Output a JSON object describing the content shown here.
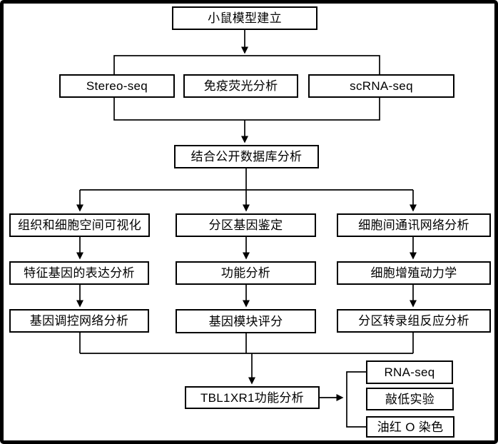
{
  "colors": {
    "line": "#000000",
    "background": "#ffffff",
    "text": "#000000"
  },
  "nodes": {
    "mouse_model": "小鼠模型建立",
    "stereo_seq": "Stereo-seq",
    "immunofluorescence": "免疫荧光分析",
    "scrna_seq": "scRNA-seq",
    "db_analysis": "结合公开数据库分析",
    "spatial_viz": "组织和细胞空间可视化",
    "zonal_gene_id": "分区基因鉴定",
    "cell_comm_network": "细胞间通讯网络分析",
    "feature_gene_expr": "特征基因的表达分析",
    "functional_analysis": "功能分析",
    "proliferation_dynamics": "细胞增殖动力学",
    "gene_regulatory_network": "基因调控网络分析",
    "gene_module_score": "基因模块评分",
    "zonal_transcriptome_resp": "分区转录组反应分析",
    "tbl1xr1": "TBL1XR1功能分析",
    "rna_seq": "RNA-seq",
    "knockdown": "敲低实验",
    "oil_red_o": "油红 O 染色"
  }
}
